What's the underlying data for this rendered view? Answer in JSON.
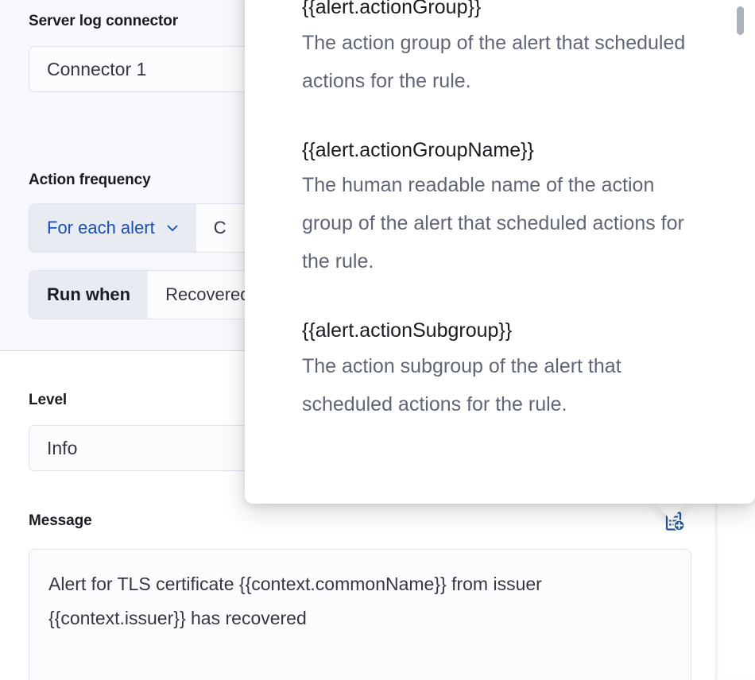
{
  "action_panel": {
    "connector": {
      "label": "Server log connector",
      "value": "Connector 1"
    },
    "action_frequency": {
      "label": "Action frequency",
      "frequency_select": "For each alert",
      "frequency_suffix": "C",
      "run_when_label": "Run when",
      "run_when_value": "Recovered"
    }
  },
  "params": {
    "level": {
      "label": "Level",
      "value": "Info"
    },
    "message": {
      "label": "Message",
      "value": "Alert for TLS certificate {{context.commonName}} from issuer {{context.issuer}} has recovered",
      "add_variable_icon": "add-variable-icon"
    }
  },
  "variables_popover": {
    "scrollbar": "vertical-scrollbar",
    "entries": [
      {
        "name": "{{alert.actionGroup}}",
        "description": "The action group of the alert that scheduled actions for the rule."
      },
      {
        "name": "{{alert.actionGroupName}}",
        "description": "The human readable name of the action group of the alert that scheduled actions for the rule."
      },
      {
        "name": "{{alert.actionSubgroup}}",
        "description": "The action subgroup of the alert that scheduled actions for the rule."
      }
    ]
  },
  "colors": {
    "accent_blue": "#1750ba",
    "icon_blue": "#215799",
    "panel_tint": "#f7f8fc",
    "text_primary": "#1a1c21",
    "text_secondary": "#5f6675",
    "border": "#dfe2ee"
  }
}
